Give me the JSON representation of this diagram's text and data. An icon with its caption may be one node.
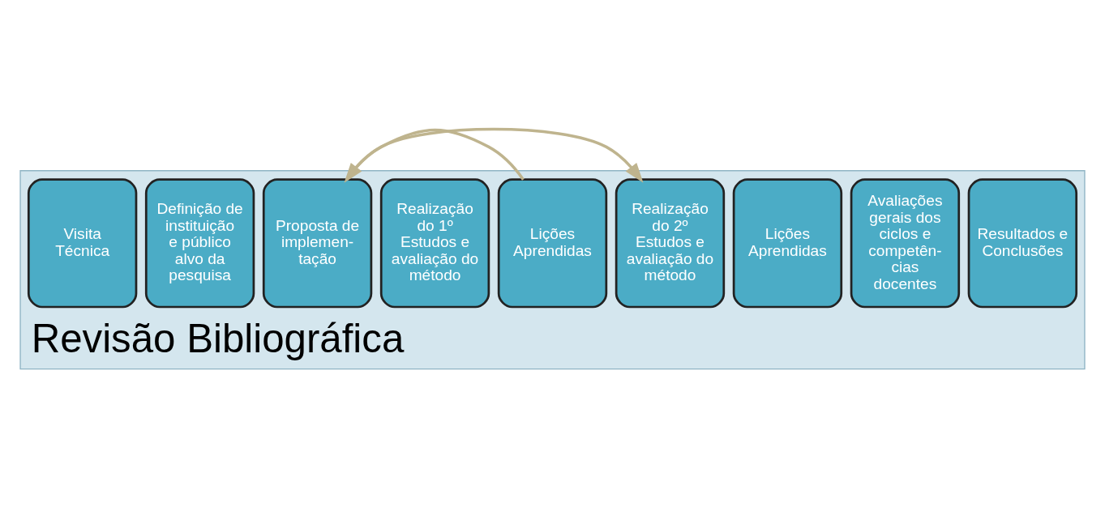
{
  "diagram": {
    "nodes": [
      {
        "text": [
          "Revisão Bibliográfica"
        ]
      },
      {
        "text": [
          "Visita Técnica"
        ],
        "in": 0
      },
      {
        "text": [
          "Definição de instituição e público alvo da pesquisa"
        ],
        "in": 0
      },
      {
        "text": [
          "Proposta de implemen- tação"
        ],
        "in": 0
      },
      {
        "text": [
          "Realização do 1º Estudos e avaliação do método"
        ],
        "in": 0
      },
      {
        "text": [
          "Lições Aprendidas"
        ],
        "in": 0
      },
      {
        "text": [
          "Realização do 2º Estudos e avaliação do método"
        ],
        "in": 0
      },
      {
        "text": [
          "Lições Aprendidas"
        ],
        "in": 0
      },
      {
        "text": [
          "Avaliações gerais dos ciclos e competên- cias docentes"
        ],
        "in": 0
      },
      {
        "text": [
          "Resultados e Conclusões"
        ],
        "in": 0
      }
    ],
    "edges": [
      {
        "from": 5,
        "to": 3,
        "arrow": "to",
        "color": "#bfb48e"
      },
      {
        "from": 3,
        "to": 6,
        "arrow": "to",
        "color": "#bfb48e"
      }
    ]
  }
}
